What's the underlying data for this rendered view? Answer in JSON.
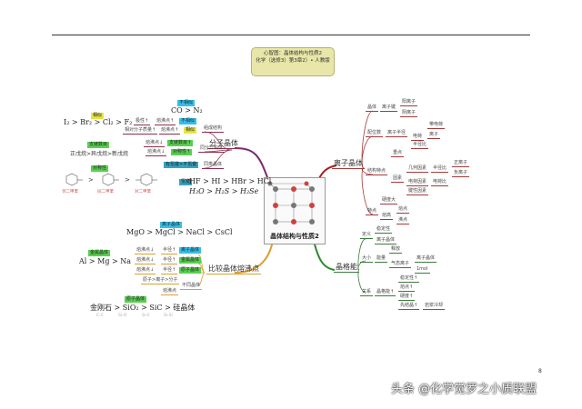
{
  "title": {
    "line1": "心智图：晶体结构与性质2",
    "line2": "化学（选修3）第3章2）• 人教版"
  },
  "center": {
    "label": "晶体结构与性质2"
  },
  "molecular": {
    "label": "分子晶体",
    "b1": "组成结构",
    "b2": "同分异构体",
    "b3": "同类晶体",
    "r1a": "极性↑",
    "r1b": "熔沸点↑",
    "r1t": "不相似",
    "r2a": "相对分子质量↑",
    "r2b": "熔沸点↑",
    "r2t": "相似",
    "r3a": "熔沸点↓",
    "r3t": "支链数目↑",
    "r4a": "熔沸点↓",
    "r4t": "对称性↑",
    "r5t": "有氢键>不氢键",
    "ex1tag": "不相似",
    "ex1": "CO > N₂",
    "ex2tag": "相似",
    "ex2": "I₂ > Br₂ > Cl₂ > F₂",
    "ex3tag": "支链数目",
    "ex3": "正戊烷>异戊烷>新戊烷",
    "ex4tag": "对称性",
    "ex4a": "邻二甲苯",
    "ex4b": "间二甲苯",
    "ex4c": "对二甲苯",
    "ex5tag": "氢键",
    "ex5a": "HF > HI > HBr > HCl",
    "ex5b": "H₂O > H₂S > H₂Se"
  },
  "ionic": {
    "label": "离子晶体",
    "b1": "晶体",
    "b1a": "离子键",
    "b1b": "阳离子",
    "b1c": "阴离子",
    "b2": "配位数",
    "b2a": "离子半径",
    "b2b": "电荷",
    "b2c": "带电荷",
    "b2d": "离子",
    "b2e": "半径比",
    "b3": "结构特点",
    "b3a": "重点",
    "b3b": "因素",
    "b3c": "几何因素",
    "b3d": "半径比",
    "b3e": "正离子",
    "b3f": "负离子",
    "b3g": "电荷因素",
    "b3h": "电荷比",
    "b3i": "键性因素",
    "b4": "特点",
    "b4a": "硬度大",
    "b4b": "熔高",
    "b4c": "熔点",
    "b4d": "沸点"
  },
  "lattice": {
    "label": "晶格能",
    "b1": "定义",
    "b1a": "稳定性",
    "b1b": "离子晶体",
    "b2": "大小",
    "b2a": "能量",
    "b2b": "释放",
    "b2c": "气态离子",
    "b2d": "离子晶体",
    "b2e": "1mol",
    "b3": "关系",
    "b3a": "晶格能↑",
    "b3b": "稳定性↑",
    "b3c": "熔点↑",
    "b3d": "硬度↑",
    "b3e": "先结晶↑",
    "b3f": "岩浆冷却"
  },
  "compare": {
    "label": "比较晶体熔沸点",
    "r1a": "熔沸点↓",
    "r1b": "半径↑",
    "r1t": "离子晶体",
    "r2a": "熔沸点↓",
    "r2b": "半径↑",
    "r2t": "金属晶体",
    "r3a": "熔沸点↓",
    "r3b": "半径↑",
    "r3t": "原子晶体",
    "r4": "原子>离子>分子",
    "r4t": "不同晶体",
    "r5": "熔沸点",
    "ex1tag": "离子晶体",
    "ex1": "MgO > MgCl > NaCl > CsCl",
    "ex2tag": "金属晶体",
    "ex2": "Al > Mg > Na",
    "ex3tag": "原子晶体",
    "ex3": "金刚石 > SiO₂ > SiC > 硅晶体",
    "ex3a": "C-C",
    "ex3b": "Si-O",
    "ex3c": "Si-C",
    "ex3d": "Si-Si"
  },
  "page_number": "8",
  "watermark": "头条 @化学觉罗之小质联盟"
}
